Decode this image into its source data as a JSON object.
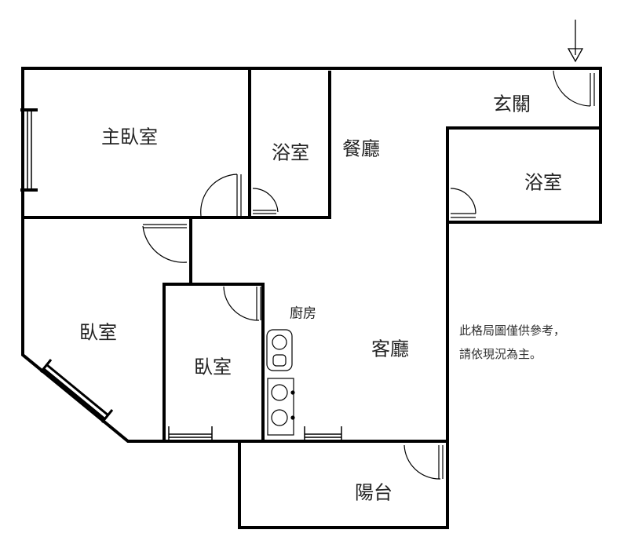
{
  "rooms": {
    "master_bedroom": "主臥室",
    "bathroom_1": "浴室",
    "dining_room": "餐廳",
    "entrance": "玄關",
    "bathroom_2": "浴室",
    "bedroom_1": "臥室",
    "bedroom_2": "臥室",
    "kitchen": "廚房",
    "living_room": "客廳",
    "balcony": "陽台"
  },
  "notes": {
    "line1": "此格局圖僅供參考，",
    "line2": "請依現況為主。"
  },
  "colors": {
    "wall": "#000000",
    "background": "#ffffff"
  }
}
